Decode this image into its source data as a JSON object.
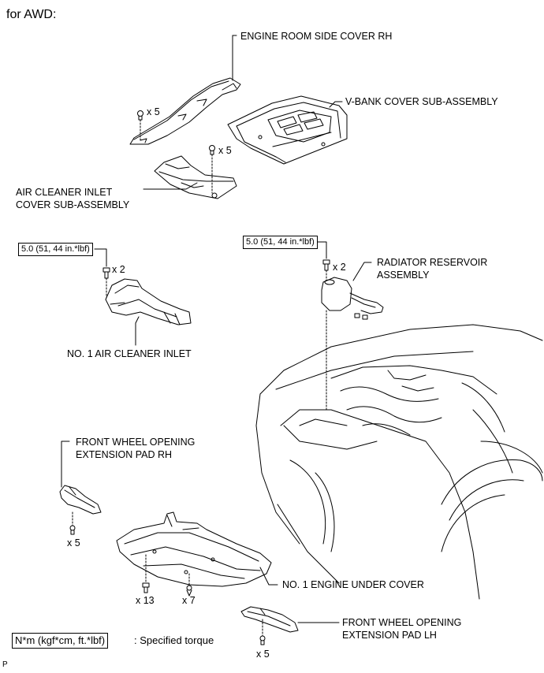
{
  "header": {
    "text": "for AWD:"
  },
  "labels": {
    "engine_room_side_cover_rh": "ENGINE ROOM SIDE COVER RH",
    "v_bank_cover": "V-BANK COVER SUB-ASSEMBLY",
    "air_cleaner_inlet_cover_1": "AIR CLEANER INLET",
    "air_cleaner_inlet_cover_2": "COVER SUB-ASSEMBLY",
    "radiator_reservoir_1": "RADIATOR RESERVOIR",
    "radiator_reservoir_2": "ASSEMBLY",
    "no1_air_cleaner_inlet": "NO. 1 AIR CLEANER INLET",
    "front_wheel_pad_rh_1": "FRONT WHEEL OPENING",
    "front_wheel_pad_rh_2": "EXTENSION PAD RH",
    "no1_engine_under_cover": "NO. 1 ENGINE UNDER COVER",
    "front_wheel_pad_lh_1": "FRONT WHEEL OPENING",
    "front_wheel_pad_lh_2": "EXTENSION PAD LH"
  },
  "quantities": {
    "side_cover_fasteners": "x 5",
    "air_cleaner_cover_fasteners": "x 5",
    "air_cleaner_inlet_bolts": "x 2",
    "reservoir_bolts": "x 2",
    "pad_rh_fasteners": "x 5",
    "under_cover_bolts": "x 13",
    "under_cover_clips": "x 7",
    "pad_lh_fasteners": "x 5"
  },
  "torques": {
    "air_cleaner_inlet": "5.0 (51, 44 in.*lbf)",
    "radiator_reservoir": "5.0 (51, 44 in.*lbf)"
  },
  "legend": {
    "box_text": "N*m (kgf*cm, ft.*lbf)",
    "description": ": Specified torque"
  },
  "footer": {
    "code": "P"
  }
}
